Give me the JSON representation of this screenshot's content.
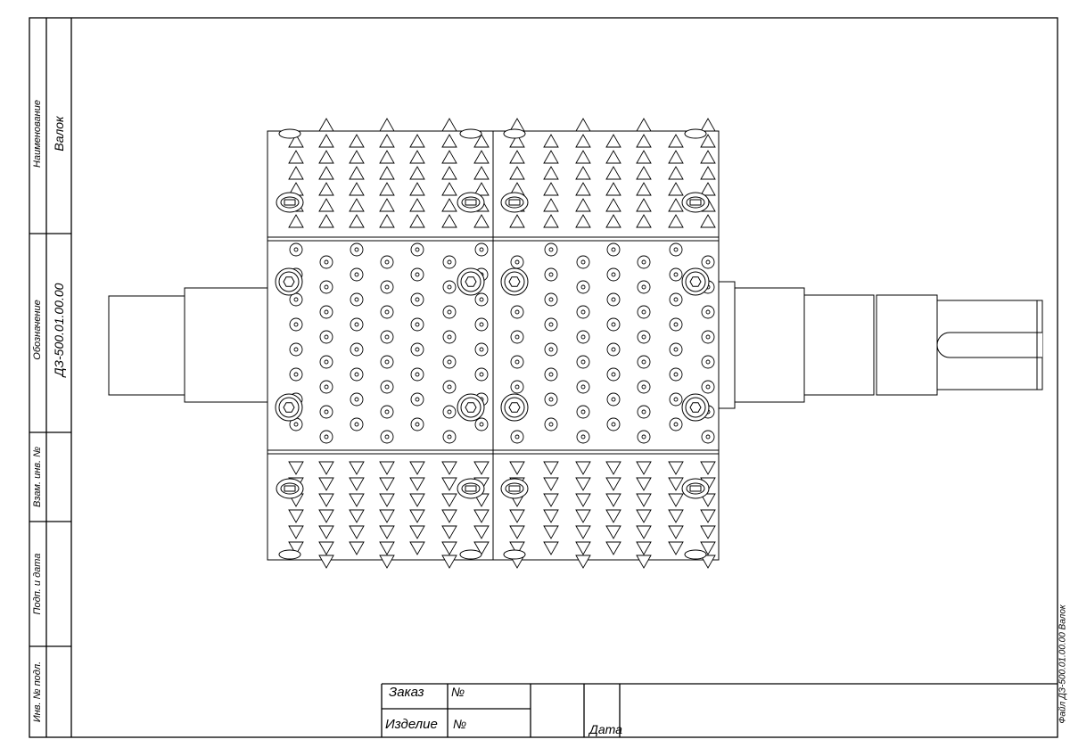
{
  "side_stamp": {
    "name_label": "Наименование",
    "name_value": "Валок",
    "designation_label": "Обозначение",
    "designation_value": "ДЗ-500.01.00.00",
    "substitute_label": "Взам. инв. №",
    "signature_label": "Подп. и дата",
    "inventory_label": "Инв. № подл."
  },
  "title_block": {
    "order_label": "Заказ",
    "order_no": "№",
    "product_label": "Изделие",
    "product_no": "№",
    "date_label": "Дата"
  },
  "file_note": "Файл  ДЗ-500.01.00.00 Валок"
}
